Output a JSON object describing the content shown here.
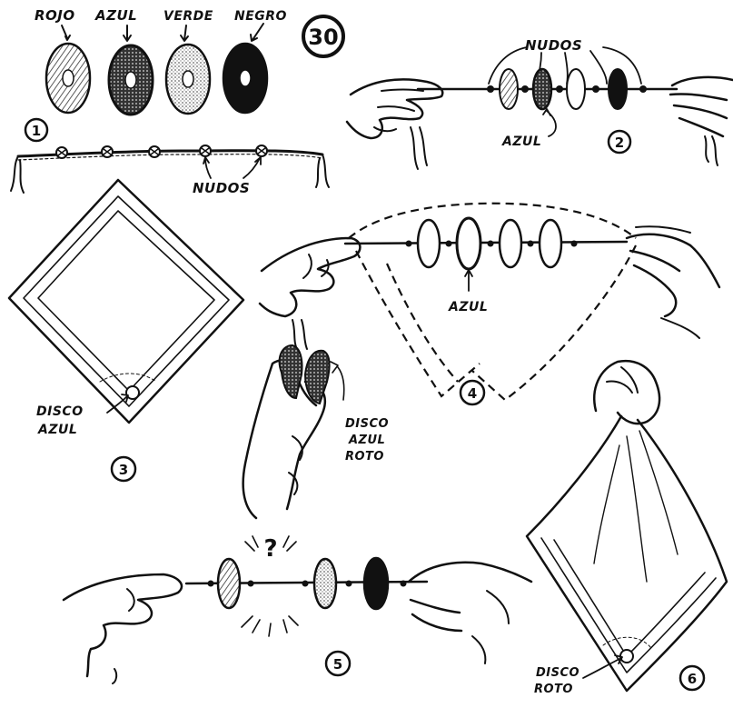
{
  "page_number": "30",
  "figure_numbers": [
    "1",
    "2",
    "3",
    "4",
    "5",
    "6"
  ],
  "labels": {
    "rojo": "ROJO",
    "azul": "AZUL",
    "verde": "VERDE",
    "negro": "NEGRO",
    "nudos": "NUDOS",
    "disco": "DISCO",
    "roto": "ROTO",
    "question": "?"
  },
  "disc_colors": {
    "rojo": "#b8b8b8",
    "azul": "#4a4a4a",
    "verde": "#d8d8d8",
    "negro": "#111111"
  }
}
